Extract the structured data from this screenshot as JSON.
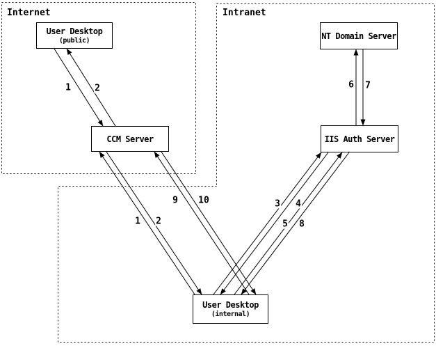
{
  "regions": [
    {
      "id": "internet",
      "label": "Internet"
    },
    {
      "id": "intranet",
      "label": "Intranet"
    }
  ],
  "nodes": [
    {
      "id": "user-desktop-public",
      "label": "User Desktop",
      "sublabel": "(public)"
    },
    {
      "id": "ccm-server",
      "label": "CCM Server"
    },
    {
      "id": "nt-domain-server",
      "label": "NT Domain Server"
    },
    {
      "id": "iis-auth-server",
      "label": "IIS Auth Server"
    },
    {
      "id": "user-desktop-internal",
      "label": "User Desktop",
      "sublabel": "(internal)"
    }
  ],
  "edges": [
    {
      "label": "1",
      "from": "user-desktop-public",
      "to": "ccm-server"
    },
    {
      "label": "2",
      "from": "ccm-server",
      "to": "user-desktop-public"
    },
    {
      "label": "1",
      "from": "user-desktop-internal",
      "to": "ccm-server"
    },
    {
      "label": "2",
      "from": "ccm-server",
      "to": "user-desktop-internal"
    },
    {
      "label": "9",
      "from": "user-desktop-internal",
      "to": "ccm-server"
    },
    {
      "label": "10",
      "from": "ccm-server",
      "to": "user-desktop-internal"
    },
    {
      "label": "3",
      "from": "user-desktop-internal",
      "to": "iis-auth-server"
    },
    {
      "label": "4",
      "from": "iis-auth-server",
      "to": "user-desktop-internal"
    },
    {
      "label": "5",
      "from": "user-desktop-internal",
      "to": "iis-auth-server"
    },
    {
      "label": "8",
      "from": "iis-auth-server",
      "to": "user-desktop-internal"
    },
    {
      "label": "6",
      "from": "iis-auth-server",
      "to": "nt-domain-server"
    },
    {
      "label": "7",
      "from": "nt-domain-server",
      "to": "iis-auth-server"
    }
  ],
  "colors": {
    "ink": "#000000",
    "background": "#ffffff"
  }
}
